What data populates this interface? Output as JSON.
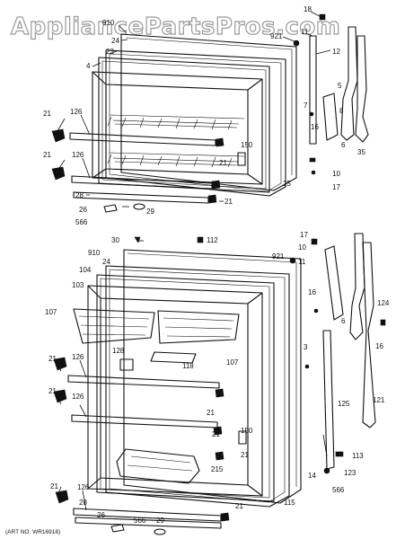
{
  "watermark": "AppliancePartsPros.com",
  "art_number": "(ART NO. WR16918)",
  "callouts": [
    {
      "text": "18"
    },
    {
      "text": "910"
    },
    {
      "text": "24"
    },
    {
      "text": "23"
    },
    {
      "text": "4"
    },
    {
      "text": "921"
    },
    {
      "text": "11"
    },
    {
      "text": "12"
    },
    {
      "text": "5"
    },
    {
      "text": "8"
    },
    {
      "text": "7"
    },
    {
      "text": "16"
    },
    {
      "text": "6"
    },
    {
      "text": "35"
    },
    {
      "text": "10"
    },
    {
      "text": "17"
    },
    {
      "text": "126"
    },
    {
      "text": "21"
    },
    {
      "text": "126"
    },
    {
      "text": "21"
    },
    {
      "text": "150"
    },
    {
      "text": "21"
    },
    {
      "text": "25"
    },
    {
      "text": "28"
    },
    {
      "text": "26"
    },
    {
      "text": "566"
    },
    {
      "text": "29"
    },
    {
      "text": "21"
    },
    {
      "text": "30"
    },
    {
      "text": "112"
    },
    {
      "text": "910"
    },
    {
      "text": "24"
    },
    {
      "text": "104"
    },
    {
      "text": "103"
    },
    {
      "text": "107"
    },
    {
      "text": "921"
    },
    {
      "text": "17"
    },
    {
      "text": "10"
    },
    {
      "text": "11"
    },
    {
      "text": "16"
    },
    {
      "text": "6"
    },
    {
      "text": "124"
    },
    {
      "text": "16"
    },
    {
      "text": "128"
    },
    {
      "text": "118"
    },
    {
      "text": "107"
    },
    {
      "text": "21"
    },
    {
      "text": "126"
    },
    {
      "text": "21"
    },
    {
      "text": "126"
    },
    {
      "text": "21"
    },
    {
      "text": "3"
    },
    {
      "text": "125"
    },
    {
      "text": "121"
    },
    {
      "text": "150"
    },
    {
      "text": "21"
    },
    {
      "text": "21"
    },
    {
      "text": "215"
    },
    {
      "text": "21"
    },
    {
      "text": "126"
    },
    {
      "text": "28"
    },
    {
      "text": "26"
    },
    {
      "text": "566"
    },
    {
      "text": "29"
    },
    {
      "text": "21"
    },
    {
      "text": "115"
    },
    {
      "text": "14"
    },
    {
      "text": "113"
    },
    {
      "text": "123"
    },
    {
      "text": "566"
    }
  ]
}
